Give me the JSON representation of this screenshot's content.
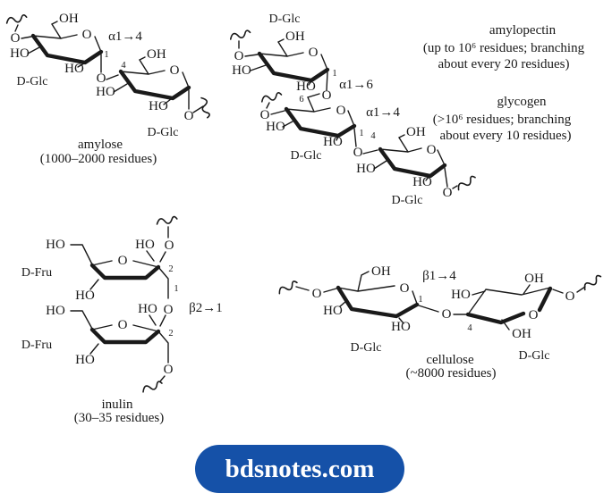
{
  "page": {
    "background": "#ffffff",
    "ink": "#1a1a1a"
  },
  "atoms": {
    "oh": "OH",
    "ho": "HO",
    "o": "O"
  },
  "locants": {
    "one": "1",
    "two": "2",
    "four": "4",
    "six": "6"
  },
  "sugars": {
    "glc": "D-Glc",
    "fru": "D-Fru"
  },
  "linkages": {
    "alpha14": "α1→4",
    "alpha16": "α1→6",
    "beta21": "β2→1",
    "beta14": "β1→4"
  },
  "amylose": {
    "name": "amylose",
    "residues": "(1000–2000 residues)"
  },
  "amylopectin": {
    "name": "amylopectin",
    "note_line1": "(up to 10⁶ residues; branching",
    "note_line2": "about every 20 residues)"
  },
  "glycogen": {
    "name": "glycogen",
    "note_line1": "(>10⁶ residues; branching",
    "note_line2": "about every 10 residues)"
  },
  "inulin": {
    "name": "inulin",
    "residues": "(30–35 residues)"
  },
  "cellulose": {
    "name": "cellulose",
    "residues": "(~8000 residues)"
  },
  "footer": {
    "label": "bdsnotes.com",
    "background": "#1551a8",
    "text_color": "#ffffff"
  }
}
